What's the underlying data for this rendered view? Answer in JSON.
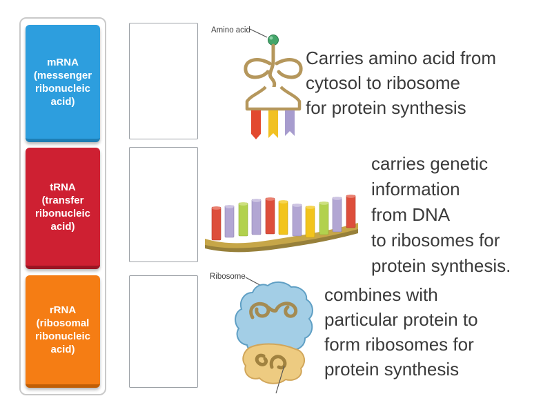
{
  "activity": {
    "keywords": [
      {
        "id": "mrna",
        "label": "mRNA\n(messenger\nribonucleic\nacid)",
        "color": "#2D9EDE",
        "edge_color": "#1E7EB4"
      },
      {
        "id": "trna",
        "label": "tRNA\n(transfer\nribonucleic\nacid)",
        "color": "#CE2032",
        "edge_color": "#9A1523"
      },
      {
        "id": "rrna",
        "label": "rRNA\n(ribosomal\nribonucleic\nacid)",
        "color": "#F57D14",
        "edge_color": "#C05E05"
      }
    ],
    "drop_zones": [
      {
        "id": "zone-1"
      },
      {
        "id": "zone-2"
      },
      {
        "id": "zone-3"
      }
    ],
    "definitions": [
      {
        "illustration": "trna-with-amino-acid",
        "callout_label": "Amino acid",
        "text": "Carries amino acid from\ncytosol to ribosome\nfor protein synthesis"
      },
      {
        "illustration": "mrna-strand",
        "callout_label": "",
        "text": "carries genetic\ninformation\nfrom DNA\nto ribosomes for\nprotein synthesis."
      },
      {
        "illustration": "ribosome",
        "callout_label": "Ribosome",
        "text": "combines with\nparticular protein to\nform ribosomes for\nprotein synthesis"
      }
    ]
  }
}
